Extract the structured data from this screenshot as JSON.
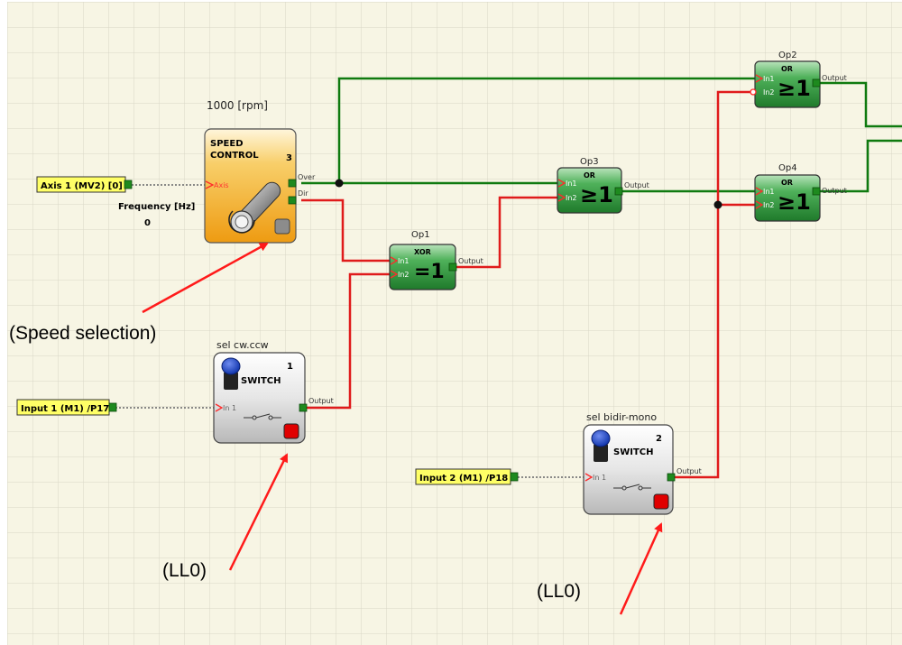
{
  "speed_control": {
    "caption": "1000 [rpm]",
    "title_line1": "SPEED",
    "title_line2": "CONTROL",
    "number": "3",
    "pin_axis": "Axis",
    "pin_over": "Over",
    "pin_dir": "Dir",
    "freq_label": "Frequency [Hz]",
    "freq_value": "0"
  },
  "inputs": {
    "axis": "Axis 1 (MV2) [0]",
    "input1": "Input 1 (M1) /P17",
    "input2": "Input 2 (M1) /P18"
  },
  "op1": {
    "caption": "Op1",
    "type": "XOR",
    "symbol": "=1",
    "in1": "In1",
    "in2": "In2",
    "out": "Output"
  },
  "op2": {
    "caption": "Op2",
    "type": "OR",
    "symbol": "≥1",
    "in1": "In1",
    "in2": "In2",
    "out": "Output"
  },
  "op3": {
    "caption": "Op3",
    "type": "OR",
    "symbol": "≥1",
    "in1": "In1",
    "in2": "In2",
    "out": "Output"
  },
  "op4": {
    "caption": "Op4",
    "type": "OR",
    "symbol": "≥1",
    "in1": "In1",
    "in2": "In2",
    "out": "Output"
  },
  "switch1": {
    "caption": "sel cw.ccw",
    "title": "SWITCH",
    "number": "1",
    "in": "In 1",
    "out": "Output"
  },
  "switch2": {
    "caption": "sel bidir-mono",
    "title": "SWITCH",
    "number": "2",
    "in": "In 1",
    "out": "Output"
  },
  "annotations": {
    "speed": "(Speed selection)",
    "ll0_a": "(LL0)",
    "ll0_b": "(LL0)"
  },
  "colors": {
    "grid_bg": "#f7f5e4",
    "grid_line": "#d9d7c6",
    "wire_green": "#0f7a0f",
    "wire_red": "#e01b1b",
    "gate_green": "#2f8f3c",
    "speed_orange": "#f3a81c",
    "input_yellow": "#ffff66",
    "arrow_red": "#ff1a1a"
  }
}
